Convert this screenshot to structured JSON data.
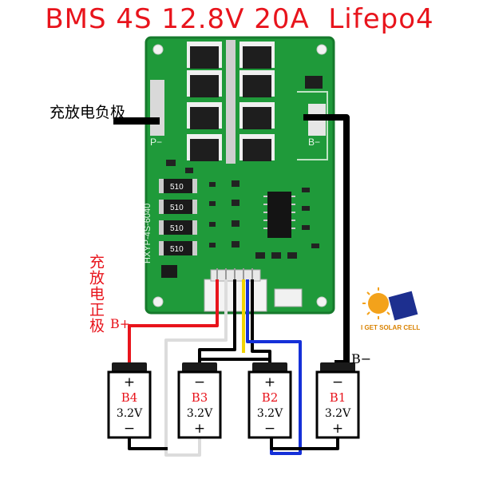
{
  "title": "BMS 4S 12.8V 20A  Lifepo4",
  "labels": {
    "p_minus_label": "充放电负极",
    "p_plus_label": "充放电正极",
    "b_plus": "B+",
    "b_minus": "B−"
  },
  "board": {
    "model": "HXYP-4S-6040",
    "silk_p_minus": "P−",
    "silk_b_minus": "B−",
    "resistor_labels": [
      "510",
      "510",
      "510",
      "510"
    ]
  },
  "logo": {
    "text": "I GET SOLAR CELL"
  },
  "cells": [
    {
      "name": "B4",
      "voltage": "3.2V",
      "top": "+",
      "bottom": "−"
    },
    {
      "name": "B3",
      "voltage": "3.2V",
      "top": "−",
      "bottom": "+"
    },
    {
      "name": "B2",
      "voltage": "3.2V",
      "top": "+",
      "bottom": "−"
    },
    {
      "name": "B1",
      "voltage": "3.2V",
      "top": "−",
      "bottom": "+"
    }
  ],
  "colors": {
    "title": "#e8141c",
    "pcb": "#1f9a3a",
    "wire_red": "#e8141c",
    "wire_white": "#dddddd",
    "wire_yellow": "#f2d400",
    "wire_blue": "#1530d8",
    "wire_black": "#000000"
  }
}
